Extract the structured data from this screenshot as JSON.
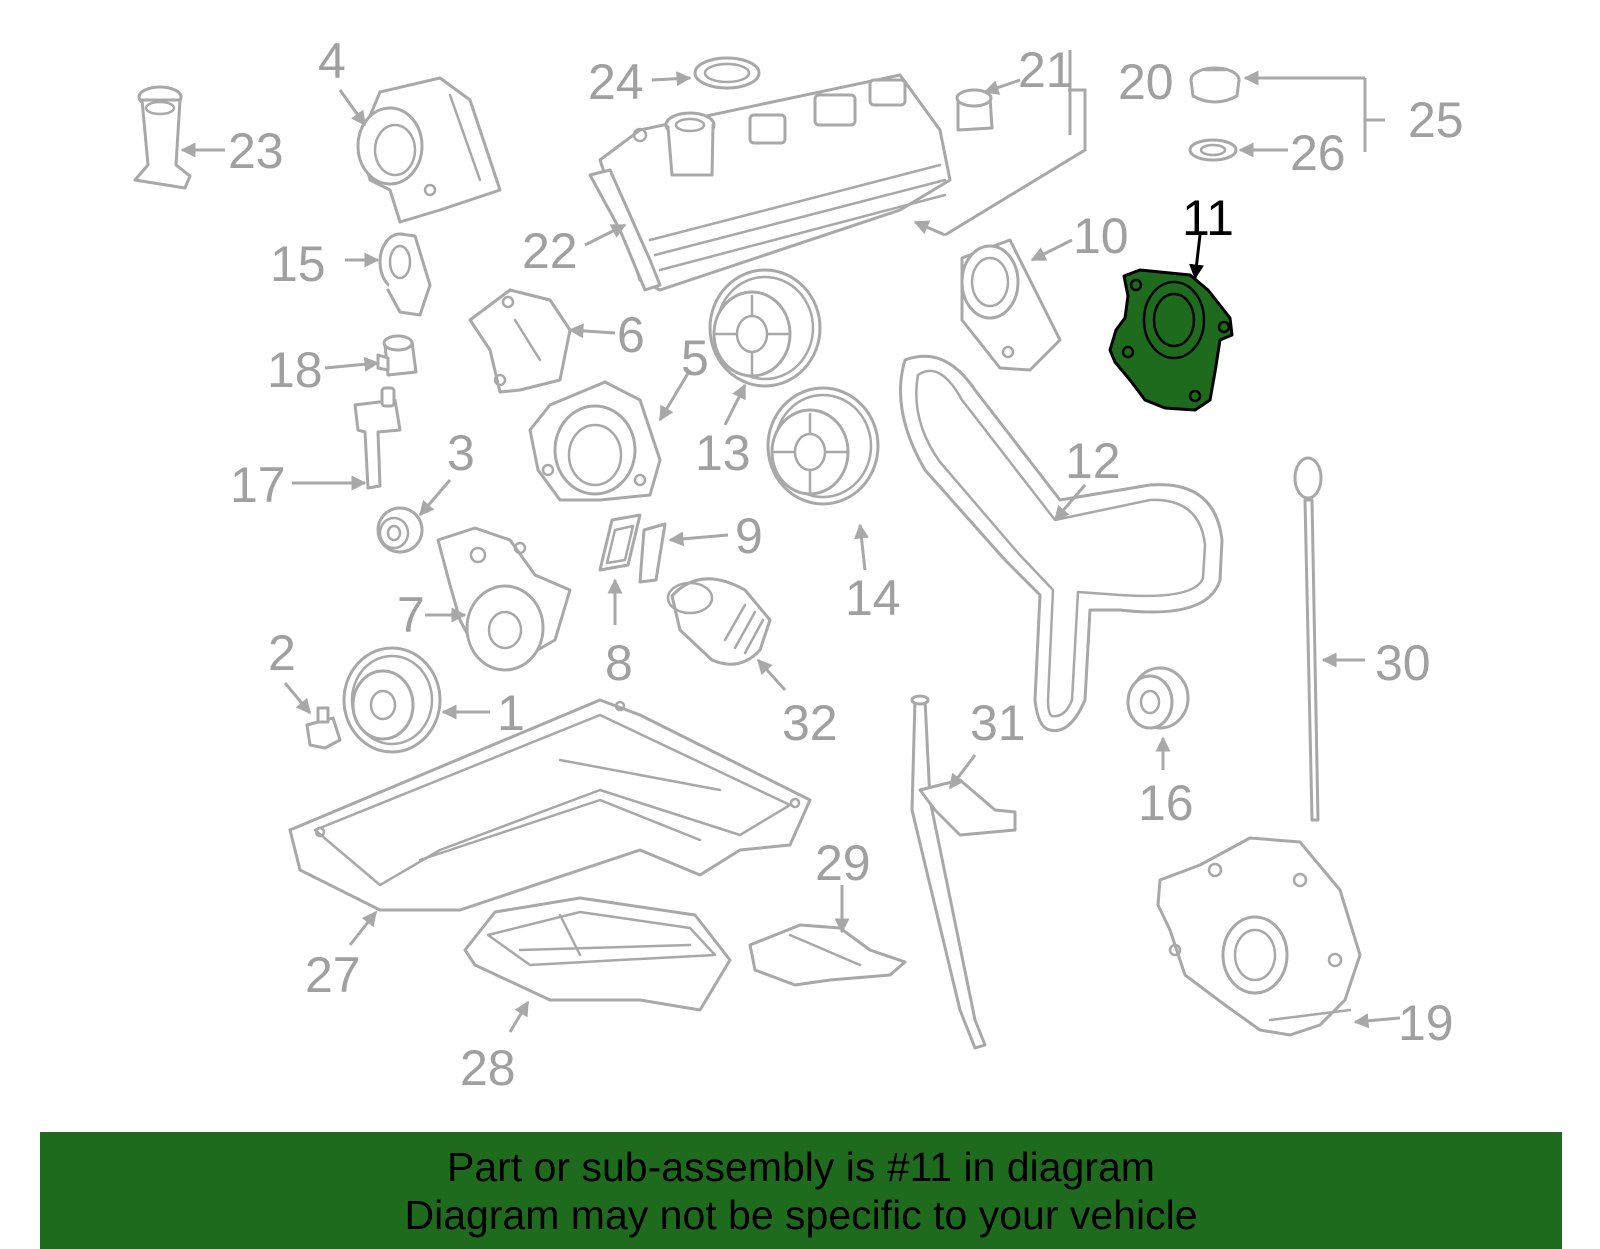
{
  "banner": {
    "background": "#1e6b1e",
    "line1": "Part or sub-assembly is #11 in diagram",
    "line2": "Diagram may not be specific to your vehicle"
  },
  "highlighted_part": "11",
  "highlight_color": "#1e6b1e",
  "callouts": {
    "c1": "1",
    "c2": "2",
    "c3": "3",
    "c4": "4",
    "c5": "5",
    "c6": "6",
    "c7": "7",
    "c8": "8",
    "c9": "9",
    "c10": "10",
    "c11": "11",
    "c12": "12",
    "c13": "13",
    "c14": "14",
    "c15": "15",
    "c16": "16",
    "c17": "17",
    "c18": "18",
    "c19": "19",
    "c20": "20",
    "c21": "21",
    "c22": "22",
    "c23": "23",
    "c24": "24",
    "c25": "25",
    "c26": "26",
    "c27": "27",
    "c28": "28",
    "c29": "29",
    "c30": "30",
    "c31": "31",
    "c32": "32"
  }
}
